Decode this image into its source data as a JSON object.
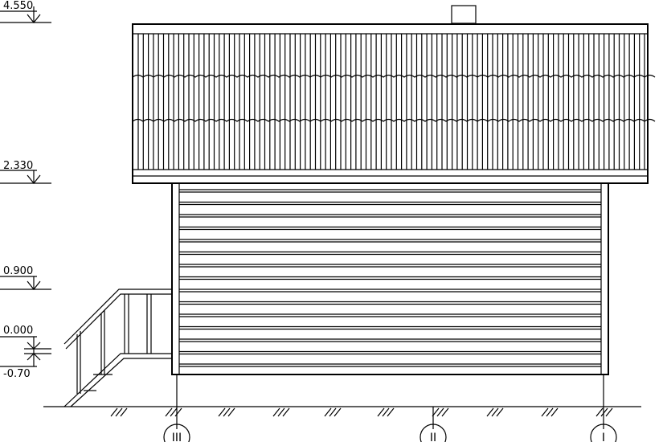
{
  "levels": [
    {
      "label": "4.550",
      "value": 4.55
    },
    {
      "label": "2.330",
      "value": 2.33
    },
    {
      "label": "0.900",
      "value": 0.9
    },
    {
      "label": "0.000",
      "value": 0.0
    },
    {
      "label": "-0.70",
      "value": -0.7
    }
  ],
  "axes": [
    {
      "label": "III"
    },
    {
      "label": "II"
    },
    {
      "label": "I"
    }
  ],
  "colors": {
    "line": "#000000",
    "background": "#ffffff"
  }
}
